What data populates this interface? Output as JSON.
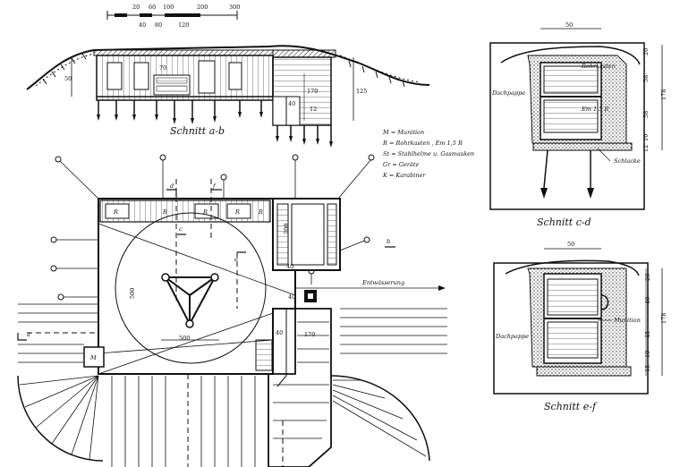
{
  "scale": {
    "ticks_top": [
      "20",
      "60",
      "100",
      "200",
      "300"
    ],
    "ticks_bottom": [
      "40",
      "80",
      "120"
    ]
  },
  "sections": {
    "ab": "Schnitt a-b",
    "cd": "Schnitt c-d",
    "ef": "Schnitt e-f"
  },
  "legend": [
    "M = Munition",
    "R = Rohrkasten , Em 1,5 R",
    "St = Stahlhelme u. Gasmasken",
    "Gr = Geräte",
    "K = Karabiner"
  ],
  "labels": {
    "entwaesserung": "Entwässerung",
    "dachpappe_cd": "Dachpappe",
    "dachpappe_ef": "Dachpappe",
    "rohrkasten": "Rohrkasten",
    "em": "Em 1,5 R",
    "schlacke": "Schlacke",
    "munition": "Munition"
  },
  "markers": {
    "a": "a",
    "b": "b",
    "c": "c",
    "d": "d",
    "e": "e",
    "f": "f",
    "M": "M",
    "R1": "R",
    "R2": "R",
    "R3": "R",
    "R4": "R",
    "R5": "R"
  },
  "dims": {
    "ab_50": "50",
    "ab_70": "70",
    "ab_170": "170",
    "ab_125": "125",
    "ab_40": "40",
    "ab_12": "12",
    "plan_500_v": "500",
    "plan_500_h": "500",
    "plan_200": "200",
    "plan_40a": "40",
    "plan_40b": "40",
    "plan_40c": "40",
    "plan_170": "170",
    "cd_50": "50",
    "cd_20": "20",
    "cd_58a": "58",
    "cd_58b": "58",
    "cd_10": "10",
    "cd_12": "12",
    "cd_178": "178",
    "ef_50": "50",
    "ef_20": "20",
    "ef_40": "40",
    "ef_45": "45",
    "ef_10": "10",
    "ef_15": "15",
    "ef_178": "178"
  }
}
